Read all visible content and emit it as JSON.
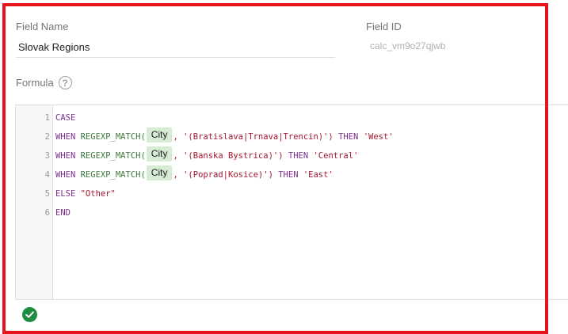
{
  "field_name": {
    "label": "Field Name",
    "value": "Slovak Regions"
  },
  "field_id": {
    "label": "Field ID",
    "value": "calc_vm9o27qjwb"
  },
  "formula": {
    "label": "Formula",
    "help_icon": "help-circle-icon"
  },
  "editor": {
    "lines": [
      {
        "num": "1",
        "pre_kw": "CASE"
      },
      {
        "num": "2",
        "kw1": "WHEN ",
        "fn": "REGEXP_MATCH(",
        "chip": "City",
        "str": ", '(Bratislava|Trnava|Trencin)')",
        "kw2": " THEN ",
        "str2": "'West'"
      },
      {
        "num": "3",
        "kw1": "WHEN ",
        "fn": "REGEXP_MATCH(",
        "chip": "City",
        "str": ", '(Banska Bystrica)')",
        "kw2": " THEN ",
        "str2": "'Central'"
      },
      {
        "num": "4",
        "kw1": "WHEN ",
        "fn": "REGEXP_MATCH(",
        "chip": "City",
        "str": ", '(Poprad|Kosice)')",
        "kw2": " THEN ",
        "str2": "'East'"
      },
      {
        "num": "5",
        "kw1": "ELSE ",
        "str2": "\"Other\""
      },
      {
        "num": "6",
        "pre_kw": "END"
      }
    ]
  },
  "status": {
    "icon": "check-circle-icon",
    "color": "#1e8e3e"
  },
  "colors": {
    "highlight_border": "#e8141b",
    "keyword": "#7b2e8e",
    "function": "#3f7a3f",
    "string": "#a3162e",
    "field_chip": "#d8ecd5"
  }
}
